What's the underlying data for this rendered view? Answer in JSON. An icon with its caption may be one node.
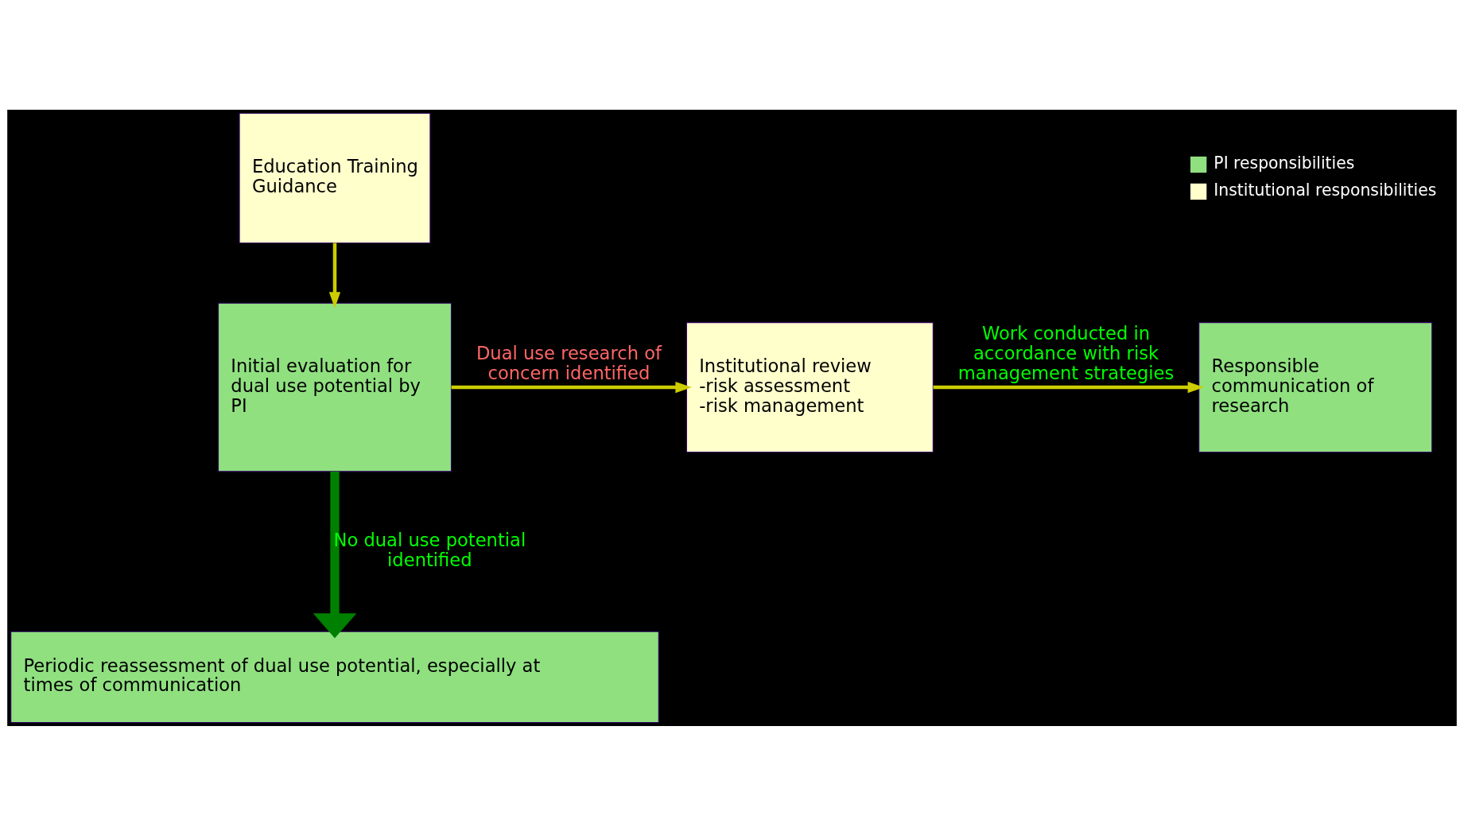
{
  "diagram": {
    "nodes": [
      {
        "text": [
          "Education Training Guidance"
        ]
      },
      {
        "text": [
          "Initial evaluation for dual use potential by PI"
        ]
      },
      {
        "text": [
          "Institutional review",
          "-risk assessment",
          "-risk management"
        ]
      },
      {
        "text": [
          "Responsible communication of research"
        ]
      },
      {
        "text": [
          "Periodic reassessment of dual use potential, especially at times of communication"
        ]
      }
    ],
    "edges": [
      {
        "from": 0,
        "to": 1,
        "arrow": "to"
      },
      {
        "from": 1,
        "to": 2,
        "arrow": "to",
        "label": "Dual use research of concern identified"
      },
      {
        "from": 2,
        "to": 3,
        "arrow": "to",
        "label": "Work conducted in accordance with risk management strategies"
      },
      {
        "from": 1,
        "to": 4,
        "arrow": "to",
        "label": "No dual use potential identified",
        "style": "thick",
        "color": "#008000"
      }
    ],
    "legend": [
      {
        "text": "PI responsibilities",
        "color": "#90e080"
      },
      {
        "text": "Institutional responsibilities",
        "color": "#ffffcc"
      }
    ]
  }
}
